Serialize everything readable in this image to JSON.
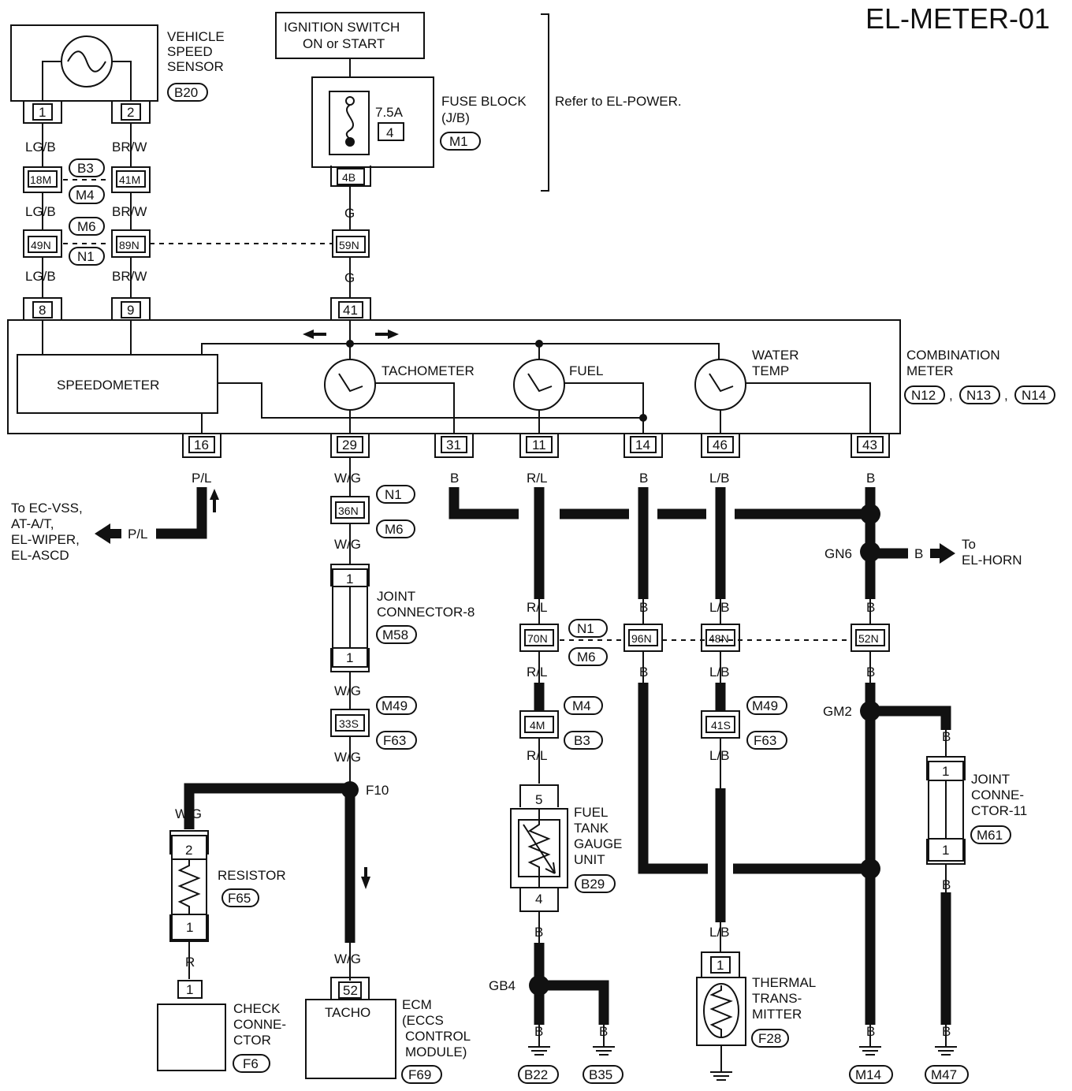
{
  "title": "EL-METER-01",
  "power": {
    "ignition_line1": "IGNITION SWITCH",
    "ignition_line2": "ON or START",
    "fuse_rating": "7.5A",
    "fuse_number": "4",
    "fuse_block_line1": "FUSE BLOCK",
    "fuse_block_line2": "(J/B)",
    "fuse_block_conn": "M1",
    "refer_text": "Refer to EL-POWER.",
    "terminal_4b": "4B",
    "wire_g": "G",
    "conn_59n": "59N"
  },
  "vss": {
    "line1": "VEHICLE",
    "line2": "SPEED",
    "line3": "SENSOR",
    "conn": "B20",
    "pin1": "1",
    "pin2": "2",
    "wire_lgb": "LG/B",
    "wire_brw": "BR/W",
    "c18m": "18M",
    "c41m": "41M",
    "c49n": "49N",
    "c89n": "89N",
    "b3": "B3",
    "m4": "M4",
    "m6": "M6",
    "n1": "N1"
  },
  "meter": {
    "pins_top": [
      "8",
      "9",
      "41"
    ],
    "pins_bottom": [
      "16",
      "29",
      "31",
      "11",
      "14",
      "46",
      "43"
    ],
    "speedometer": "SPEEDOMETER",
    "tachometer": "TACHOMETER",
    "fuel": "FUEL",
    "water1": "WATER",
    "water2": "TEMP",
    "comb1": "COMBINATION",
    "comb2": "METER",
    "conns": [
      "N12",
      "N13",
      "N14"
    ]
  },
  "left": {
    "wire_pl": "P/L",
    "to1": "To EC-VSS,",
    "to2": "AT-A/T,",
    "to3": "EL-WIPER,",
    "to4": "EL-ASCD"
  },
  "tacho": {
    "wire_wg": "W/G",
    "c36n": "36N",
    "n1": "N1",
    "m6": "M6",
    "jc8_line1": "JOINT",
    "jc8_line2": "CONNECTOR-8",
    "m58": "M58",
    "pin1": "1",
    "c33s": "33S",
    "m49": "M49",
    "f63": "F63",
    "f10": "F10",
    "resistor": "RESISTOR",
    "f65": "F65",
    "pin2": "2",
    "wire_r": "R",
    "check1": "CHECK",
    "check2": "CONNE-",
    "check3": "CTOR",
    "f6": "F6",
    "pin52": "52",
    "tacho": "TACHO",
    "ecm1": "ECM",
    "ecm2": "(ECCS",
    "ecm3": "CONTROL",
    "ecm4": "MODULE)",
    "f69": "F69"
  },
  "fuel": {
    "wire_rl": "R/L",
    "c70n": "70N",
    "n1": "N1",
    "m6": "M6",
    "c4m": "4M",
    "m4": "M4",
    "b3": "B3",
    "pin5": "5",
    "pin4": "4",
    "gauge1": "FUEL",
    "gauge2": "TANK",
    "gauge3": "GAUGE",
    "gauge4": "UNIT",
    "b29": "B29",
    "wire_b": "B",
    "gb4": "GB4",
    "b22": "B22",
    "b35": "B35"
  },
  "water": {
    "wire_lb": "L/B",
    "c96n": "96N",
    "c48n": "48N",
    "c41s": "41S",
    "m49": "M49",
    "f63": "F63",
    "pin1": "1",
    "thermal1": "THERMAL",
    "thermal2": "TRANS-",
    "thermal3": "MITTER",
    "f28": "F28"
  },
  "ground": {
    "wire_b": "B",
    "gn6": "GN6",
    "to_horn1": "To",
    "to_horn2": "EL-HORN",
    "c52n": "52N",
    "gm2": "GM2",
    "jc11_1": "JOINT",
    "jc11_2": "CONNE-",
    "jc11_3": "CTOR-11",
    "m61": "M61",
    "pin1": "1",
    "m14": "M14",
    "m47": "M47"
  }
}
